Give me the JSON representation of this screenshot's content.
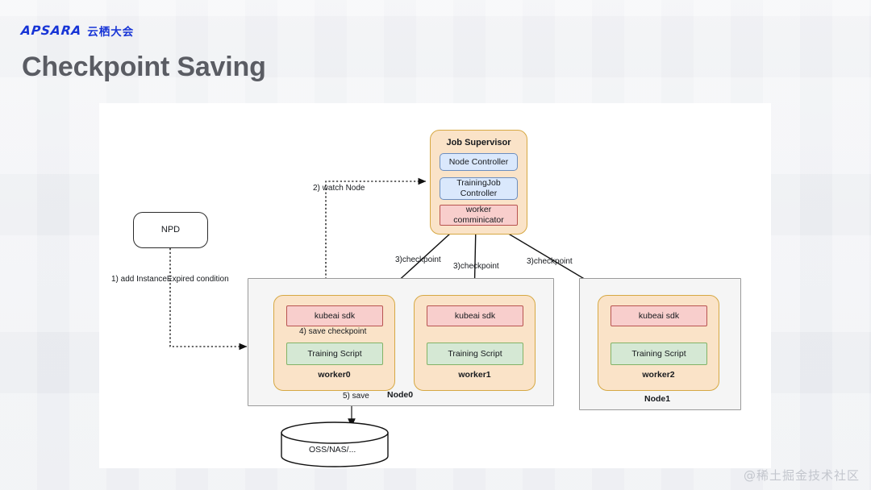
{
  "brand": {
    "apsara": "APSARA",
    "chinese": "云栖大会",
    "color": "#1734d6"
  },
  "page_title": "Checkpoint Saving",
  "watermark": "@稀土掘金技术社区",
  "colors": {
    "background": "#eef0f4",
    "canvas": "#ffffff",
    "title": "#5a5c63",
    "orange_fill": "#fae3c8",
    "orange_stroke": "#d6a843",
    "blue_fill": "#dae8fc",
    "blue_stroke": "#6c8ebf",
    "red_fill": "#f8cecc",
    "red_stroke": "#b85450",
    "green_fill": "#d5e8d4",
    "green_stroke": "#82b366",
    "group_fill": "#f5f5f5",
    "group_stroke": "#9a9a9a"
  },
  "diagram": {
    "npd": {
      "label": "NPD"
    },
    "supervisor": {
      "title": "Job Supervisor",
      "node_controller": "Node  Controller",
      "trainingjob_controller": "TrainingJob Controller",
      "worker_communicator": "worker comminicator"
    },
    "groups": [
      {
        "id": "node0",
        "label": "Node0"
      },
      {
        "id": "node1",
        "label": "Node1"
      }
    ],
    "workers": [
      {
        "id": "worker0",
        "label": "worker0",
        "sdk": "kubeai sdk",
        "script": "Training Script"
      },
      {
        "id": "worker1",
        "label": "worker1",
        "sdk": "kubeai sdk",
        "script": "Training Script"
      },
      {
        "id": "worker2",
        "label": "worker2",
        "sdk": "kubeai sdk",
        "script": "Training Script"
      }
    ],
    "storage": {
      "label": "OSS/NAS/..."
    },
    "edge_labels": {
      "step1": "1) add InstanceExpired condition",
      "step2": "2) watch Node",
      "step3_a": "3)checkpoint",
      "step3_b": "3)checkpoint",
      "step3_c": "3)checkpoint",
      "step4": "4) save checkpoint",
      "step5": "5) save"
    }
  }
}
